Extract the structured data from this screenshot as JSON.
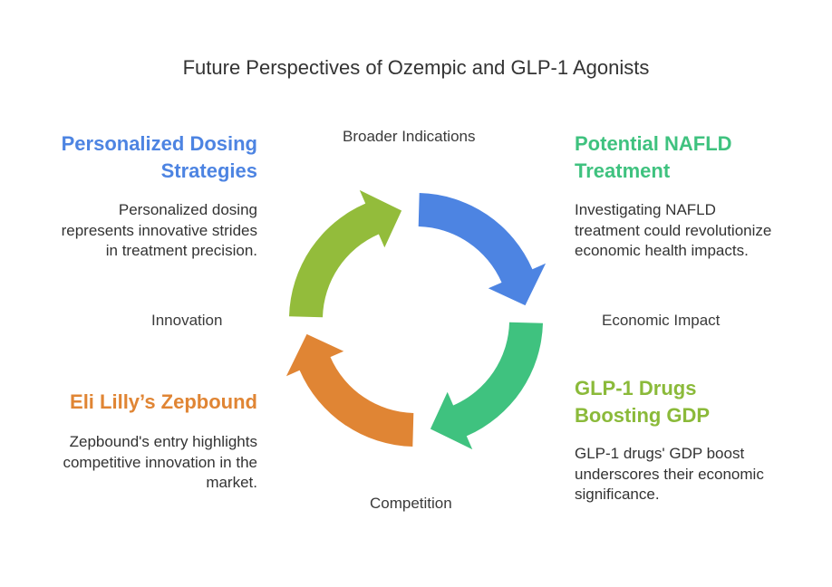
{
  "title": "Future Perspectives of Ozempic and GLP-1 Agonists",
  "axes": {
    "top": "Broader Indications",
    "right": "Economic Impact",
    "bottom": "Competition",
    "left": "Innovation"
  },
  "quadrants": {
    "top_left": {
      "heading_line1": "Personalized Dosing",
      "heading_line2": "Strategies",
      "desc_line1": "Personalized dosing",
      "desc_line2": "represents innovative strides",
      "desc_line3": "in treatment precision.",
      "color": "#4d84e2"
    },
    "top_right": {
      "heading_line1": "Potential NAFLD",
      "heading_line2": "Treatment",
      "desc_line1": "Investigating NAFLD",
      "desc_line2": "treatment could revolutionize",
      "desc_line3": "economic health impacts.",
      "color": "#3fc27f"
    },
    "bottom_left": {
      "heading_line1": "Eli Lilly’s Zepbound",
      "desc_line1": "Zepbound's entry highlights",
      "desc_line2": "competitive innovation in the",
      "desc_line3": "market.",
      "color": "#e08534"
    },
    "bottom_right": {
      "heading_line1": "GLP-1 Drugs",
      "heading_line2": "Boosting GDP",
      "desc_line1": "GLP-1 drugs' GDP boost",
      "desc_line2": "underscores their economic",
      "desc_line3": "significance.",
      "color": "#8bba3a"
    }
  },
  "ring_colors": {
    "blue": "#4d84e2",
    "green": "#3fc27f",
    "orange": "#e08534",
    "olive": "#93bc3b"
  }
}
